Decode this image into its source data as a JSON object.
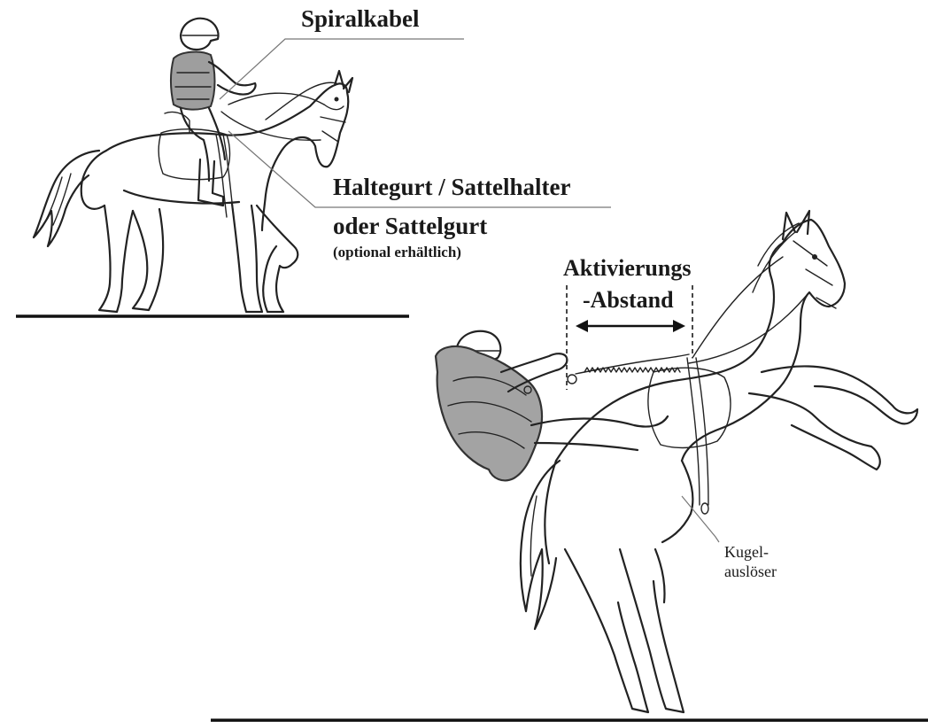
{
  "labels": {
    "spiral_cable": "Spiralkabel",
    "strap_line1": "Haltegurt / Sattelhalter",
    "strap_line2": "oder Sattelgurt",
    "strap_optional": "(optional erhältlich)",
    "activation_line1": "Aktivierungs",
    "activation_line2": "-Abstand",
    "ball_trigger_line1": "Kugel-",
    "ball_trigger_line2": "auslöser"
  },
  "figures": {
    "top_left": "rider-on-walking-horse",
    "bottom_right": "rider-falling-from-rearing-horse-with-inflated-airbag-vest"
  }
}
